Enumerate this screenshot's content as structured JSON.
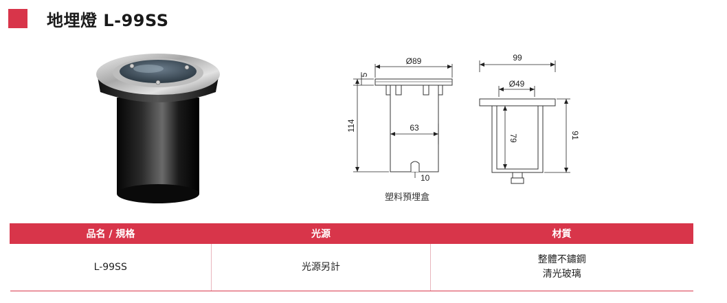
{
  "header": {
    "title": "地埋燈 L-99SS",
    "accent_color": "#d8354a"
  },
  "drawing": {
    "left": {
      "dim_top_width": "Ø89",
      "dim_flange_height": "5",
      "dim_total_height": "114",
      "dim_body_width": "63",
      "dim_bottom_tab": "10"
    },
    "right": {
      "dim_outer_width": "99",
      "dim_inner_width": "Ø49",
      "dim_inner_height": "79",
      "dim_total_height": "91"
    },
    "caption": "塑料預埋盒"
  },
  "table": {
    "headers": [
      "品名 / 規格",
      "光源",
      "材質"
    ],
    "row": {
      "model": "L-99SS",
      "light_source": "光源另計",
      "material_line1": "整體不鏽鋼",
      "material_line2": "清光玻璃"
    }
  }
}
